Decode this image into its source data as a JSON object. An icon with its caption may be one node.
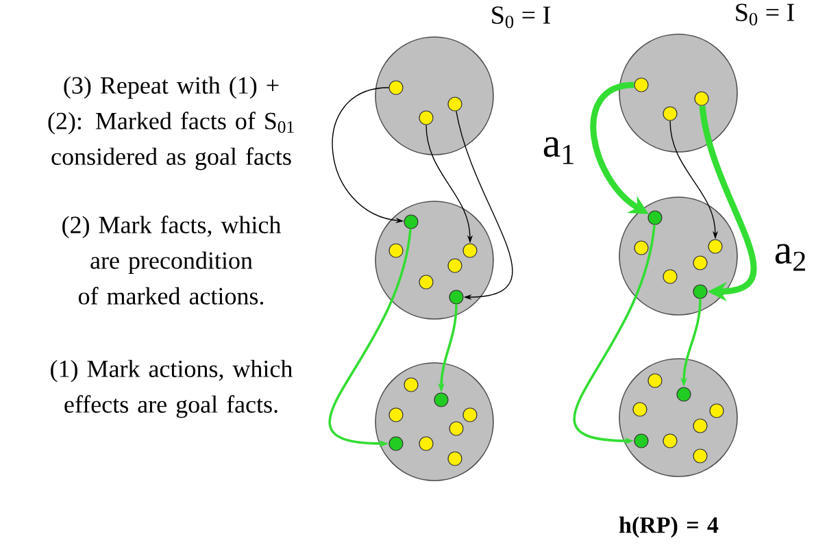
{
  "diagram": {
    "nodes": [
      {
        "text": [],
        "shape": "circle",
        "beside": [
          "S$_{0}$ = I"
        ]
      },
      {
        "text": [],
        "shape": "circle",
        "in": 0
      },
      {
        "text": [],
        "shape": "circle",
        "in": 0
      },
      {
        "text": [],
        "shape": "circle",
        "in": 0
      },
      {
        "text": [],
        "shape": "circle"
      },
      {
        "text": [],
        "shape": "circle",
        "in": 4
      },
      {
        "text": [],
        "shape": "circle",
        "in": 4
      },
      {
        "text": [],
        "shape": "circle",
        "in": 4
      },
      {
        "text": [],
        "shape": "circle",
        "in": 4
      },
      {
        "text": [],
        "shape": "circle",
        "in": 4
      },
      {
        "text": [],
        "shape": "circle",
        "in": 4
      },
      {
        "text": [],
        "shape": "circle"
      },
      {
        "text": [],
        "shape": "circle",
        "in": 11
      },
      {
        "text": [],
        "shape": "circle",
        "in": 11
      },
      {
        "text": [],
        "shape": "circle",
        "in": 11
      },
      {
        "text": [],
        "shape": "circle",
        "in": 11
      },
      {
        "text": [],
        "shape": "circle",
        "in": 11
      },
      {
        "text": [],
        "shape": "circle",
        "in": 11
      },
      {
        "text": [],
        "shape": "circle",
        "in": 11
      },
      {
        "text": [],
        "shape": "circle",
        "in": 11
      },
      {
        "text": [],
        "shape": "circle",
        "beside": [
          "S$_{0}$ = I"
        ]
      },
      {
        "text": [],
        "shape": "circle",
        "in": 20
      },
      {
        "text": [],
        "shape": "circle",
        "in": 20
      },
      {
        "text": [],
        "shape": "circle",
        "in": 20
      },
      {
        "text": [],
        "shape": "circle"
      },
      {
        "text": [],
        "shape": "circle",
        "in": 24
      },
      {
        "text": [],
        "shape": "circle",
        "in": 24
      },
      {
        "text": [],
        "shape": "circle",
        "in": 24
      },
      {
        "text": [],
        "shape": "circle",
        "in": 24
      },
      {
        "text": [],
        "shape": "circle",
        "in": 24
      },
      {
        "text": [],
        "shape": "circle",
        "in": 24
      },
      {
        "text": [],
        "shape": "circle"
      },
      {
        "text": [],
        "shape": "circle",
        "in": 31
      },
      {
        "text": [],
        "shape": "circle",
        "in": 31
      },
      {
        "text": [],
        "shape": "circle",
        "in": 31
      },
      {
        "text": [],
        "shape": "circle",
        "in": 31
      },
      {
        "text": [],
        "shape": "circle",
        "in": 31
      },
      {
        "text": [],
        "shape": "circle",
        "in": 31
      },
      {
        "text": [],
        "shape": "circle",
        "in": 31
      },
      {
        "text": [],
        "shape": "circle",
        "in": 31
      }
    ],
    "edges": [
      {
        "from": 1,
        "to": 5,
        "arrow": "to",
        "color": "#000000"
      },
      {
        "from": 2,
        "to": 7,
        "arrow": "to",
        "color": "#000000"
      },
      {
        "from": 3,
        "to": 10,
        "arrow": "to",
        "color": "#000000"
      },
      {
        "from": 5,
        "to": 17,
        "arrow": "to"
      },
      {
        "from": 10,
        "to": 13,
        "arrow": "to"
      },
      {
        "from": 21,
        "to": 25,
        "arrow": "to",
        "style": "thick",
        "label": "a$_{1}$"
      },
      {
        "from": 22,
        "to": 27,
        "arrow": "to",
        "color": "#000000"
      },
      {
        "from": 23,
        "to": 30,
        "arrow": "to",
        "style": "thick",
        "label": "a$_{2}$"
      },
      {
        "from": 25,
        "to": 37,
        "arrow": "to"
      },
      {
        "from": 30,
        "to": 33,
        "arrow": "to"
      }
    ],
    "labels": [
      "(3) Repeat with (1) + (2): Marked facts of S$_{01}$ considered as goal facts",
      "(2) Mark facts, which are precondition of marked actions.",
      "(1) Mark actions, which effects are goal facts.",
      "h(RP) = 4"
    ]
  }
}
